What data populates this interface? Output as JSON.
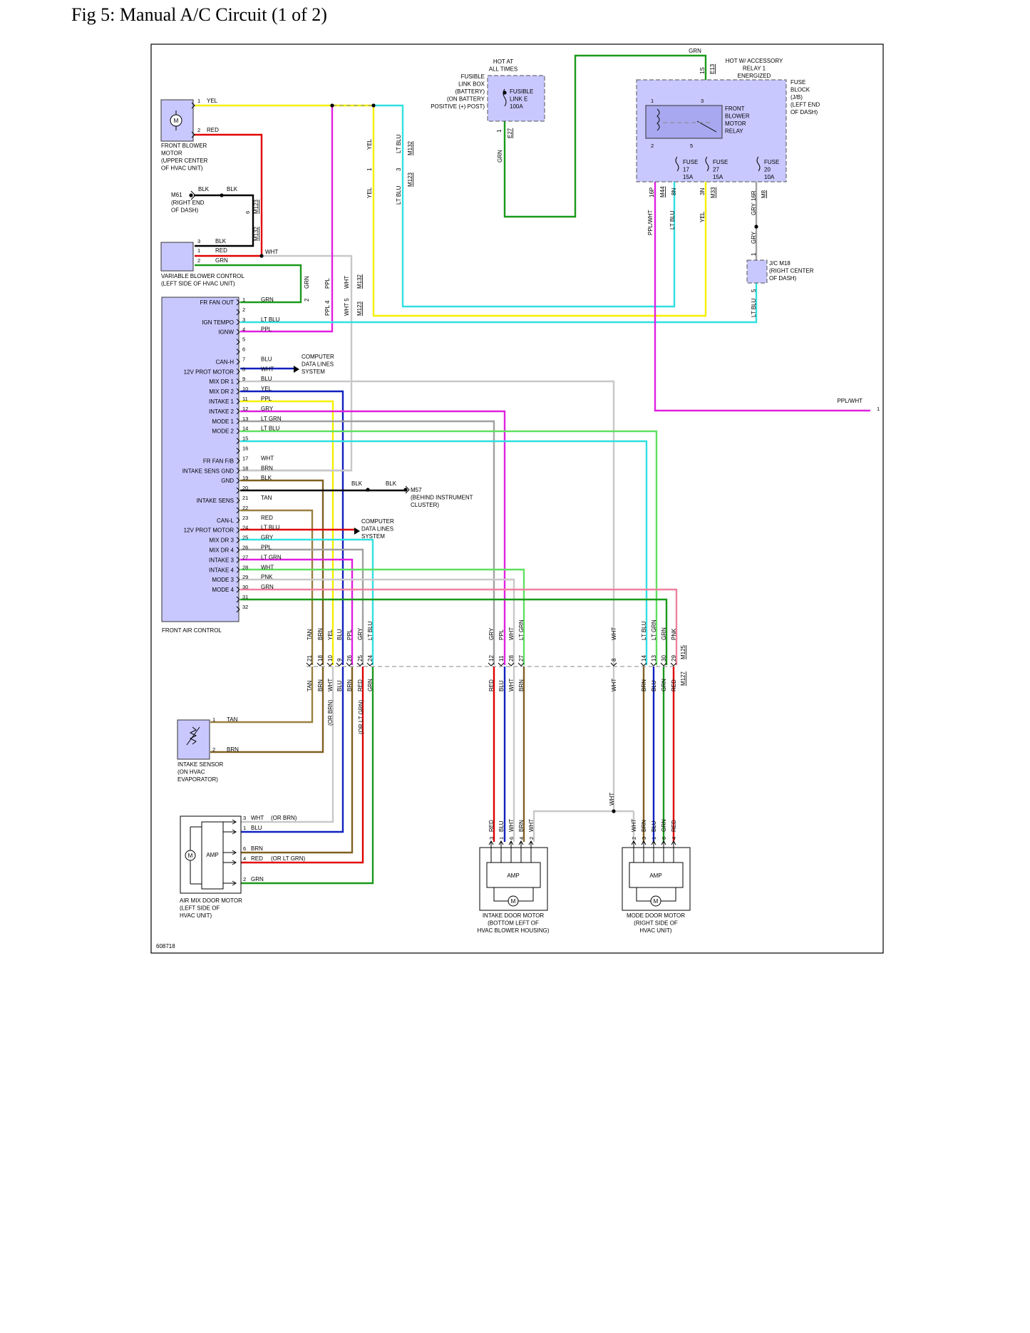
{
  "title": "Fig 5: Manual A/C Circuit (1 of 2)",
  "figure_id": "608718",
  "colors": {
    "YEL": "#f5f000",
    "RED": "#e00000",
    "BLK": "#000000",
    "GRN": "#1a9a1a",
    "WHT": "#c8c8c8",
    "PPL": "#e020e0",
    "LT BLU": "#30e0e0",
    "BLU": "#1020c0",
    "GRY": "#a0a0a0",
    "LT GRN": "#60e060",
    "BRN": "#806020",
    "TAN": "#9a8040",
    "PNK": "#f080a0",
    "PPL/WHT": "#e020e0",
    "box": "#c8c8ff"
  },
  "components": {
    "front_blower_motor": [
      "FRONT BLOWER",
      "MOTOR",
      "(UPPER CENTER",
      "OF HVAC UNIT)"
    ],
    "variable_blower_control": [
      "VARIABLE BLOWER CONTROL",
      "(LEFT SIDE OF HVAC UNIT)"
    ],
    "m61": [
      "M61",
      "(RIGHT END",
      "OF DASH)"
    ],
    "fusible_link_box": [
      "FUSIBLE",
      "LINK BOX",
      "(BATTERY)",
      "(ON BATTERY",
      "POSITIVE (+) POST)"
    ],
    "hot_at_all_times": [
      "HOT AT",
      "ALL TIMES"
    ],
    "fusible_link_e": [
      "FUSIBLE",
      "LINK E",
      "100A"
    ],
    "hot_accessory": [
      "HOT W/ ACCESSORY",
      "RELAY 1",
      "ENERGIZED"
    ],
    "fuse_block": [
      "FUSE",
      "BLOCK",
      "(J/B)",
      "(LEFT END",
      "OF DASH)"
    ],
    "front_blower_motor_relay": [
      "FRONT",
      "BLOWER",
      "MOTOR",
      "RELAY"
    ],
    "fuse17": [
      "FUSE",
      "17",
      "15A"
    ],
    "fuse27": [
      "FUSE",
      "27",
      "15A"
    ],
    "fuse20": [
      "FUSE",
      "20",
      "10A"
    ],
    "jc_m18": [
      "J/C M18",
      "(RIGHT CENTER",
      "OF DASH)"
    ],
    "front_air_control": "FRONT AIR CONTROL",
    "m57": [
      "M57",
      "(BEHIND INSTRUMENT",
      "CLUSTER)"
    ],
    "data_lines_1": [
      "COMPUTER",
      "DATA LINES",
      "SYSTEM"
    ],
    "data_lines_2": [
      "COMPUTER",
      "DATA LINES",
      "SYSTEM"
    ],
    "intake_sensor": [
      "INTAKE SENSOR",
      "(ON HVAC",
      "EVAPORATOR)"
    ],
    "air_mix_door_motor": [
      "AIR MIX DOOR MOTOR",
      "(LEFT SIDE OF",
      "HVAC UNIT)"
    ],
    "intake_door_motor": [
      "INTAKE DOOR MOTOR",
      "(BOTTOM LEFT OF",
      "HVAC BLOWER HOUSING)"
    ],
    "mode_door_motor": [
      "MODE DOOR MOTOR",
      "(RIGHT SIDE OF",
      "HVAC UNIT)"
    ],
    "amp": "AMP",
    "motor_symbol": "M"
  },
  "fac_pins": [
    {
      "pin": "1",
      "name": "FR FAN OUT",
      "wire": "GRN"
    },
    {
      "pin": "2",
      "name": "",
      "wire": ""
    },
    {
      "pin": "3",
      "name": "IGN TEMPO",
      "wire": "LT BLU"
    },
    {
      "pin": "4",
      "name": "IGNW",
      "wire": "PPL"
    },
    {
      "pin": "5",
      "name": "",
      "wire": ""
    },
    {
      "pin": "6",
      "name": "",
      "wire": ""
    },
    {
      "pin": "7",
      "name": "CAN-H",
      "wire": "BLU"
    },
    {
      "pin": "8",
      "name": "12V PROT MOTOR",
      "wire": "WHT"
    },
    {
      "pin": "9",
      "name": "MIX DR 1",
      "wire": "BLU"
    },
    {
      "pin": "10",
      "name": "MIX DR 2",
      "wire": "YEL"
    },
    {
      "pin": "11",
      "name": "INTAKE 1",
      "wire": "PPL"
    },
    {
      "pin": "12",
      "name": "INTAKE 2",
      "wire": "GRY"
    },
    {
      "pin": "13",
      "name": "MODE 1",
      "wire": "LT GRN"
    },
    {
      "pin": "14",
      "name": "MODE 2",
      "wire": "LT BLU"
    },
    {
      "pin": "15",
      "name": "",
      "wire": ""
    },
    {
      "pin": "16",
      "name": "",
      "wire": ""
    },
    {
      "pin": "17",
      "name": "FR FAN F/B",
      "wire": "WHT"
    },
    {
      "pin": "18",
      "name": "INTAKE SENS GND",
      "wire": "BRN"
    },
    {
      "pin": "19",
      "name": "GND",
      "wire": "BLK"
    },
    {
      "pin": "20",
      "name": "",
      "wire": ""
    },
    {
      "pin": "21",
      "name": "INTAKE SENS",
      "wire": "TAN"
    },
    {
      "pin": "22",
      "name": "",
      "wire": ""
    },
    {
      "pin": "23",
      "name": "CAN-L",
      "wire": "RED"
    },
    {
      "pin": "24",
      "name": "12V PROT MOTOR",
      "wire": "LT BLU"
    },
    {
      "pin": "25",
      "name": "MIX DR 3",
      "wire": "GRY"
    },
    {
      "pin": "26",
      "name": "MIX DR 4",
      "wire": "PPL"
    },
    {
      "pin": "27",
      "name": "INTAKE 3",
      "wire": "LT GRN"
    },
    {
      "pin": "28",
      "name": "INTAKE 4",
      "wire": "WHT"
    },
    {
      "pin": "29",
      "name": "MODE 3",
      "wire": "PNK"
    },
    {
      "pin": "30",
      "name": "MODE 4",
      "wire": "GRN"
    },
    {
      "pin": "31",
      "name": "",
      "wire": ""
    },
    {
      "pin": "32",
      "name": "",
      "wire": ""
    }
  ],
  "labels": {
    "blower_pin1": "1",
    "blower_yel": "YEL",
    "blower_pin2": "2",
    "blower_red": "RED",
    "m61_blk_a": "BLK",
    "m61_blk_b": "BLK",
    "vbc_pin3": "3",
    "vbc_blk": "BLK",
    "vbc_pin1": "1",
    "vbc_red": "RED",
    "vbc_pin2": "2",
    "vbc_grn": "GRN",
    "vbc_wht": "WHT",
    "m123_6": "6",
    "m123": "M123",
    "m132": "M132",
    "c_grn": "GRN",
    "c_2": "2",
    "c_ppl": "PPL",
    "c_ppl4": "PPL 4",
    "c_wht": "WHT",
    "c_wht5": "WHT 5",
    "c_m132": "M132",
    "c_m123": "M123",
    "yel_1": "YEL",
    "yel_2": "YEL",
    "yel_pin1": "1",
    "ltblu_1": "LT BLU",
    "ltblu_2": "LT BLU",
    "ltblu_pin3": "3",
    "m132_b": "M132",
    "m123_b": "M123",
    "grn_top": "GRN",
    "e27_pin": "1",
    "e27": "E27",
    "grn_e27": "GRN",
    "e13_pin": "1S",
    "e13": "E13",
    "relay_1": "1",
    "relay_3": "3",
    "relay_2": "2",
    "relay_5": "5",
    "m44_p": "16P",
    "m44": "M44",
    "m8n": "8N",
    "m33_p": "3N",
    "m33": "M33",
    "m8_p": "16R",
    "m8": "M8",
    "grp_gry": "GRY",
    "pplwht_v": "PPL/WHT",
    "ltblu_v": "LT BLU",
    "yel_v": "YEL",
    "gry_v": "GRY",
    "jc_pin1": "1",
    "jc_pin5": "5",
    "ltblu_jc": "LT BLU",
    "pplwht_out": "PPL/WHT",
    "pplwht_pin": "1",
    "blk_m57a": "BLK",
    "blk_m57b": "BLK"
  },
  "harness_top": [
    {
      "pin": "21",
      "wire": "TAN"
    },
    {
      "pin": "18",
      "wire": "BRN"
    },
    {
      "pin": "10",
      "wire": "YEL"
    },
    {
      "pin": "9",
      "wire": "BLU"
    },
    {
      "pin": "26",
      "wire": "PPL"
    },
    {
      "pin": "25",
      "wire": "GRY"
    },
    {
      "pin": "24",
      "wire": "LT BLU"
    },
    {
      "pin": "12",
      "wire": "GRY"
    },
    {
      "pin": "11",
      "wire": "PPL"
    },
    {
      "pin": "28",
      "wire": "WHT"
    },
    {
      "pin": "27",
      "wire": "LT GRN"
    },
    {
      "pin": "8",
      "wire": "WHT"
    },
    {
      "pin": "14",
      "wire": "LT BLU"
    },
    {
      "pin": "13",
      "wire": "LT GRN"
    },
    {
      "pin": "30",
      "wire": "GRN"
    },
    {
      "pin": "29",
      "wire": "PNK"
    }
  ],
  "harness_bottom": [
    "TAN",
    "BRN",
    "WHT",
    "BLU",
    "BRN",
    "RED",
    "GRN",
    "RED",
    "BLU",
    "WHT",
    "BRN",
    "WHT",
    "BRN",
    "BLU",
    "GRN",
    "RED"
  ],
  "harness_alt": [
    "(OR BRN)",
    "(OR LT GRN)"
  ],
  "m125": "M125",
  "m127": "M127",
  "intake_sensor_pins": [
    {
      "pin": "1",
      "wire": "TAN"
    },
    {
      "pin": "2",
      "wire": "BRN"
    }
  ],
  "air_mix_pins": [
    {
      "pin": "3",
      "wire": "WHT",
      "alt": "(OR BRN)"
    },
    {
      "pin": "1",
      "wire": "BLU",
      "alt": ""
    },
    {
      "pin": "6",
      "wire": "BRN",
      "alt": ""
    },
    {
      "pin": "4",
      "wire": "RED",
      "alt": "(OR LT GRN)"
    },
    {
      "pin": "2",
      "wire": "GRN",
      "alt": ""
    }
  ],
  "intake_door_pins": [
    {
      "pin": "3",
      "wire": "RED"
    },
    {
      "pin": "1",
      "wire": "BLU"
    },
    {
      "pin": "6",
      "wire": "WHT"
    },
    {
      "pin": "4",
      "wire": "BRN"
    },
    {
      "pin": "2",
      "wire": "WHT"
    }
  ],
  "mode_door_pins": [
    {
      "pin": "2",
      "wire": "WHT"
    },
    {
      "pin": "3",
      "wire": "BRN"
    },
    {
      "pin": "1",
      "wire": "BLU"
    },
    {
      "pin": "6",
      "wire": "GRN"
    },
    {
      "pin": "4",
      "wire": "RED"
    }
  ],
  "wht_bottom": "WHT"
}
